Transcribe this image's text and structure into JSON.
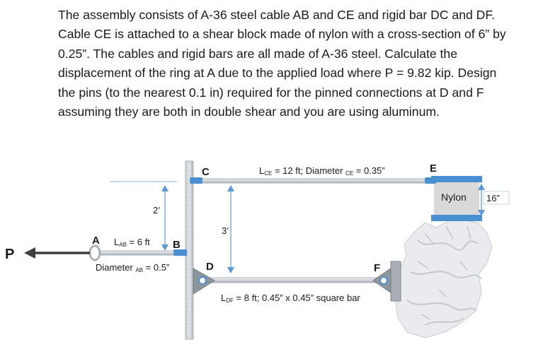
{
  "problem": {
    "lines": [
      "The assembly consists of A-36 steel cable AB and CE and rigid bar DC and DF.",
      "Cable CE is attached to a shear block made of nylon with a cross-section of 6” by",
      "0.25”.  The cables and rigid bars are all made of A-36 steel.  Calculate the",
      "displacement of the ring at A due to the applied load where P = 9.82 kip.  Design",
      "the pins (to the nearest 0.1 in) required for the pinned connections at D and F",
      "assuming they are both in double shear and you are using aluminum."
    ]
  },
  "figure": {
    "load_label": "P",
    "points": {
      "A": "A",
      "B": "B",
      "C": "C",
      "D": "D",
      "E": "E",
      "F": "F"
    },
    "dim_2ft": "2’",
    "dim_3ft": "3’",
    "cable_ab": {
      "len_prefix": "L",
      "len_sub": "AB",
      "len_value": " = 6 ft",
      "dia_prefix": "Diameter ",
      "dia_sub": "AB",
      "dia_value": " = 0.5”"
    },
    "cable_ce": {
      "len_prefix": "L",
      "len_sub": "CE",
      "len_mid": " = 12 ft; Diameter ",
      "dia_sub": "CE",
      "dia_value": " = 0.35”"
    },
    "bar_df": {
      "len_prefix": "L",
      "len_sub": "DF",
      "len_value": " = 8 ft; 0.45” x 0.45” square bar"
    },
    "nylon_label": "Nylon",
    "nylon_height": "16”"
  }
}
